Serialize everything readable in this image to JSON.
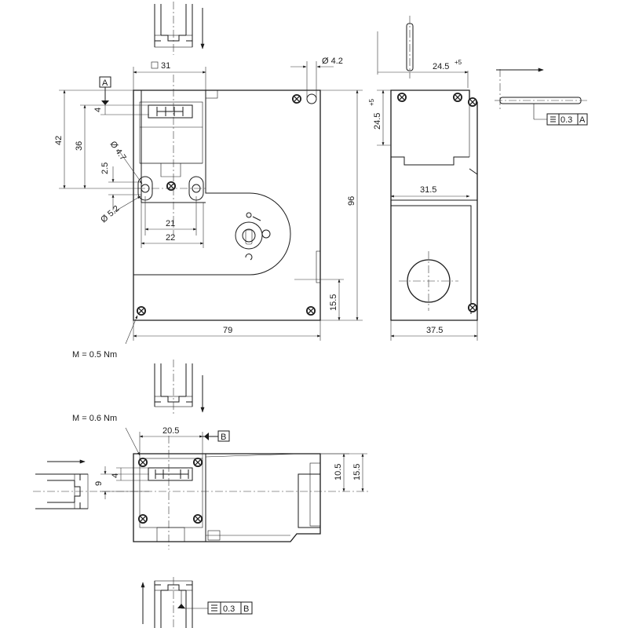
{
  "drawing": {
    "front_view": {
      "dims": {
        "square_31": "31",
        "dia_4_2": "Ø 4.2",
        "d_4": "4",
        "d_42": "42",
        "d_36": "36",
        "d_2_5": "2.5",
        "dia_4_7": "Ø 4.7",
        "dia_5_2": "Ø 5.2",
        "d_21": "21",
        "d_22": "22",
        "d_96": "96",
        "d_15_5": "15.5",
        "d_79": "79"
      },
      "datum": "A",
      "torque": "M = 0.5 Nm"
    },
    "side_view": {
      "dims": {
        "d_24_5_h": "24.5",
        "d_24_5_v": "24.5",
        "tol_plus5": "+5",
        "d_31_5": "31.5",
        "d_37_5": "37.5"
      },
      "flatness_a": {
        "value": "0.3",
        "datum": "A"
      }
    },
    "top_view": {
      "dims": {
        "d_20_5": "20.5",
        "d_9": "9",
        "d_4": "4",
        "d_10_5": "10.5",
        "d_15_5": "15.5"
      },
      "datum": "B",
      "torque": "M = 0.6 Nm"
    },
    "bottom_detail": {
      "flatness_b": {
        "value": "0.3",
        "datum": "B"
      }
    }
  }
}
